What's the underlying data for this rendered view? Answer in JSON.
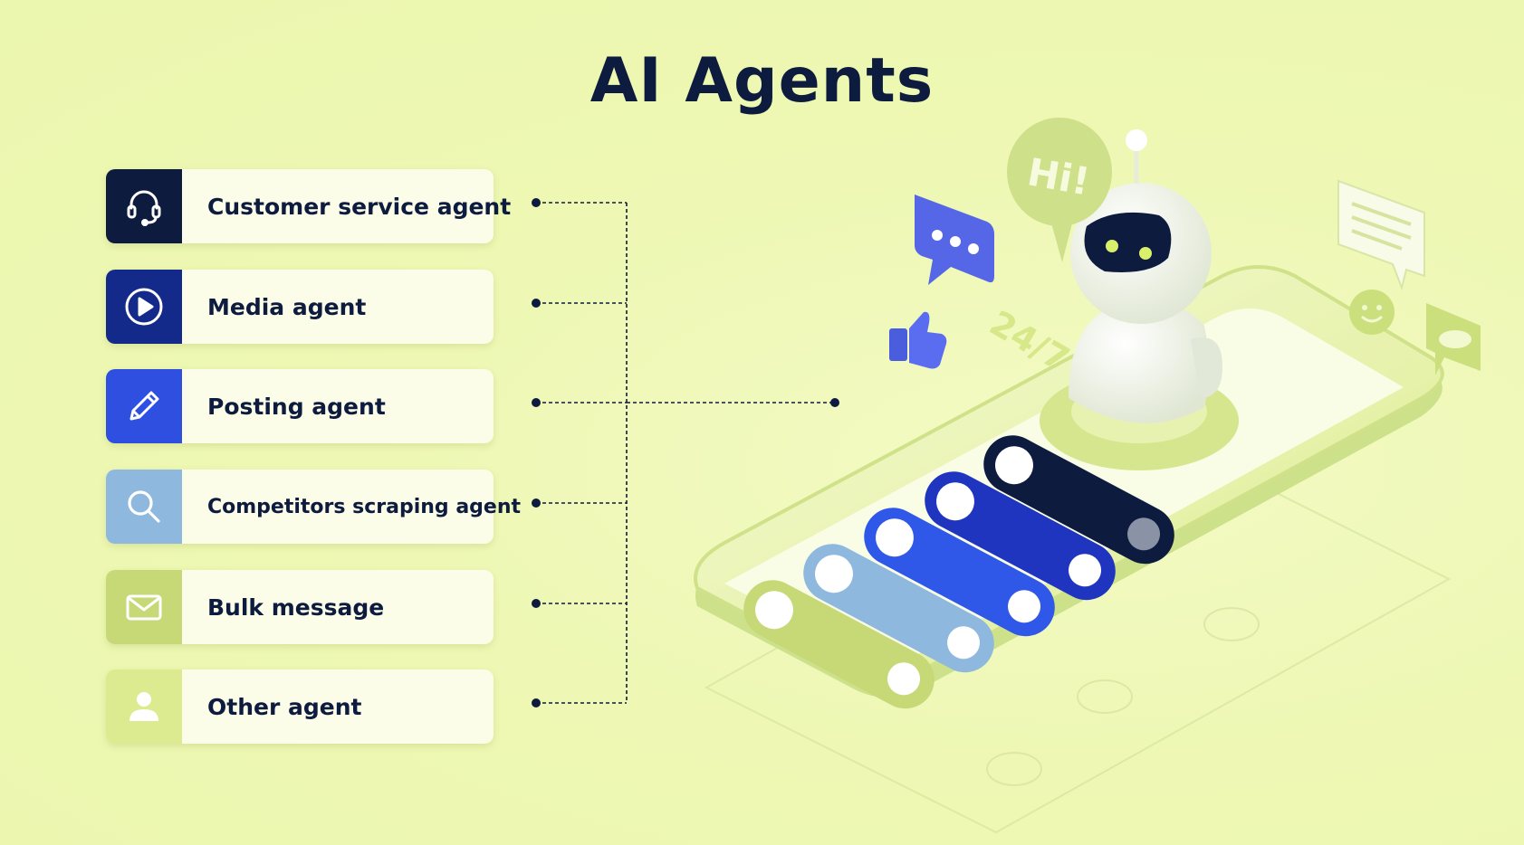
{
  "title": "AI Agents",
  "agents": [
    {
      "label": "Customer service agent",
      "icon": "headset-icon",
      "color": "#0d1b3e"
    },
    {
      "label": "Media agent",
      "icon": "play-icon",
      "color": "#132a8a"
    },
    {
      "label": "Posting agent",
      "icon": "pencil-icon",
      "color": "#2f4fe0"
    },
    {
      "label": "Competitors scraping agent",
      "icon": "search-icon",
      "color": "#8fb8df"
    },
    {
      "label": "Bulk message",
      "icon": "mail-icon",
      "color": "#c6d976"
    },
    {
      "label": "Other agent",
      "icon": "user-icon",
      "color": "#dcea90"
    }
  ],
  "illustration": {
    "speech_bubble_text": "Hi!",
    "availability_text": "24/7"
  },
  "colors": {
    "background": "#eef8b4",
    "navy": "#0d1b3e",
    "blue": "#2f4fe0",
    "lime": "#c6d976"
  }
}
